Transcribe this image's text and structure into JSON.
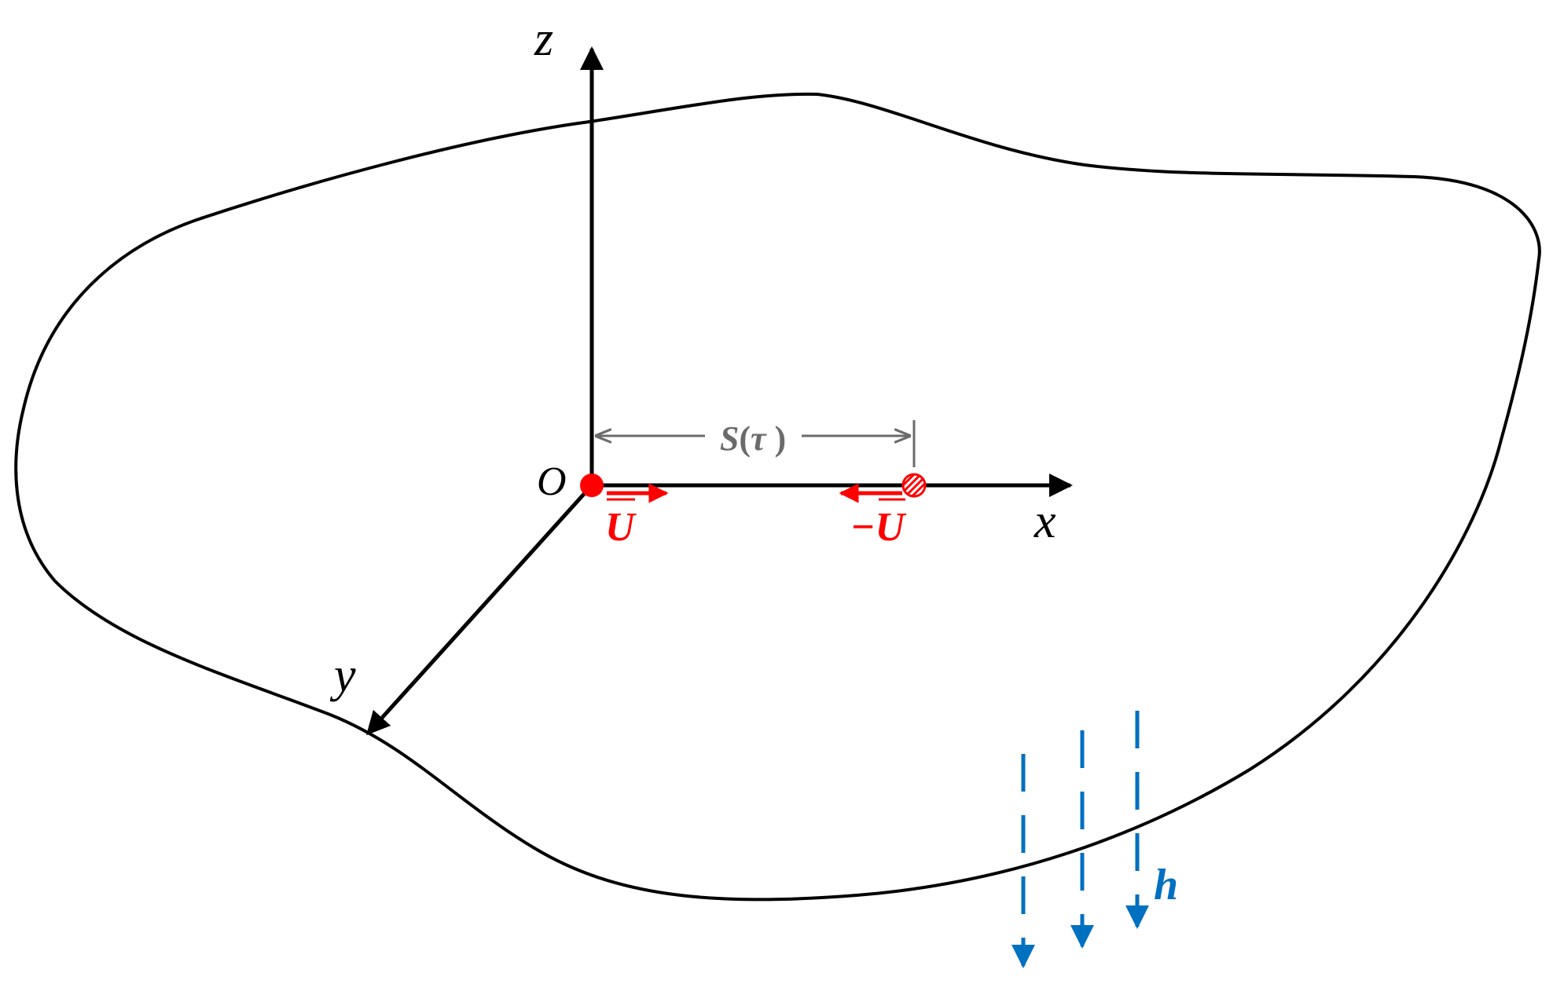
{
  "axes": {
    "x_label": "x",
    "y_label": "y",
    "z_label": "z",
    "origin_label": "O"
  },
  "distance": {
    "label_s": "S",
    "label_tau": "τ"
  },
  "velocities": {
    "left_symbol": "U",
    "right_sign": "−",
    "right_symbol": "U"
  },
  "thickness": {
    "label": "h"
  },
  "colors": {
    "outline": "#000000",
    "axis": "#000000",
    "velocity": "#ff0000",
    "dimension": "#6b6b6b",
    "thickness": "#0070c0"
  },
  "icons": {
    "origin_source": "filled-circle",
    "moving_source": "hatched-circle"
  }
}
